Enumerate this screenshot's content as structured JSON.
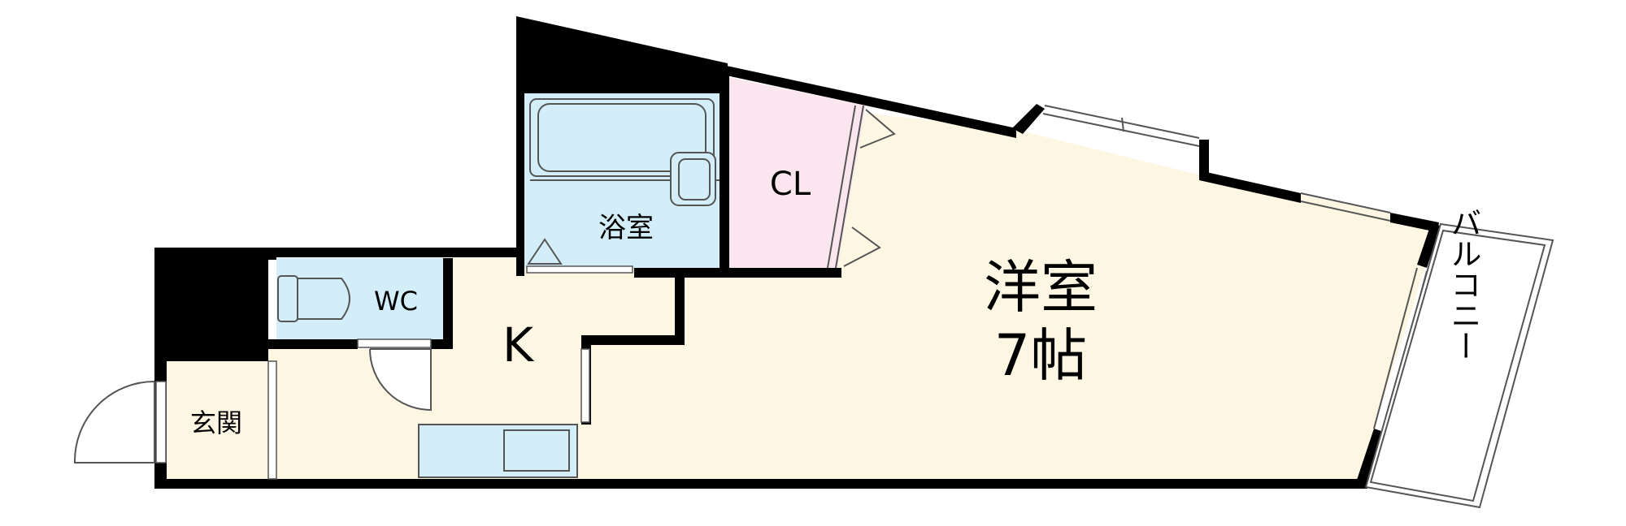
{
  "rooms": {
    "western_room": {
      "name": "洋室",
      "size": "7帖"
    },
    "kitchen": {
      "name": "K"
    },
    "bath": {
      "name": "浴室"
    },
    "closet": {
      "name": "CL"
    },
    "toilet": {
      "name": "WC"
    },
    "entrance": {
      "name": "玄関"
    },
    "balcony": {
      "name": "バルコニー"
    }
  },
  "colors": {
    "room_fill": "#fdf6e3",
    "bath_fill": "#d4eef9",
    "closet_fill": "#fbe6ef",
    "wall": "#000000"
  }
}
